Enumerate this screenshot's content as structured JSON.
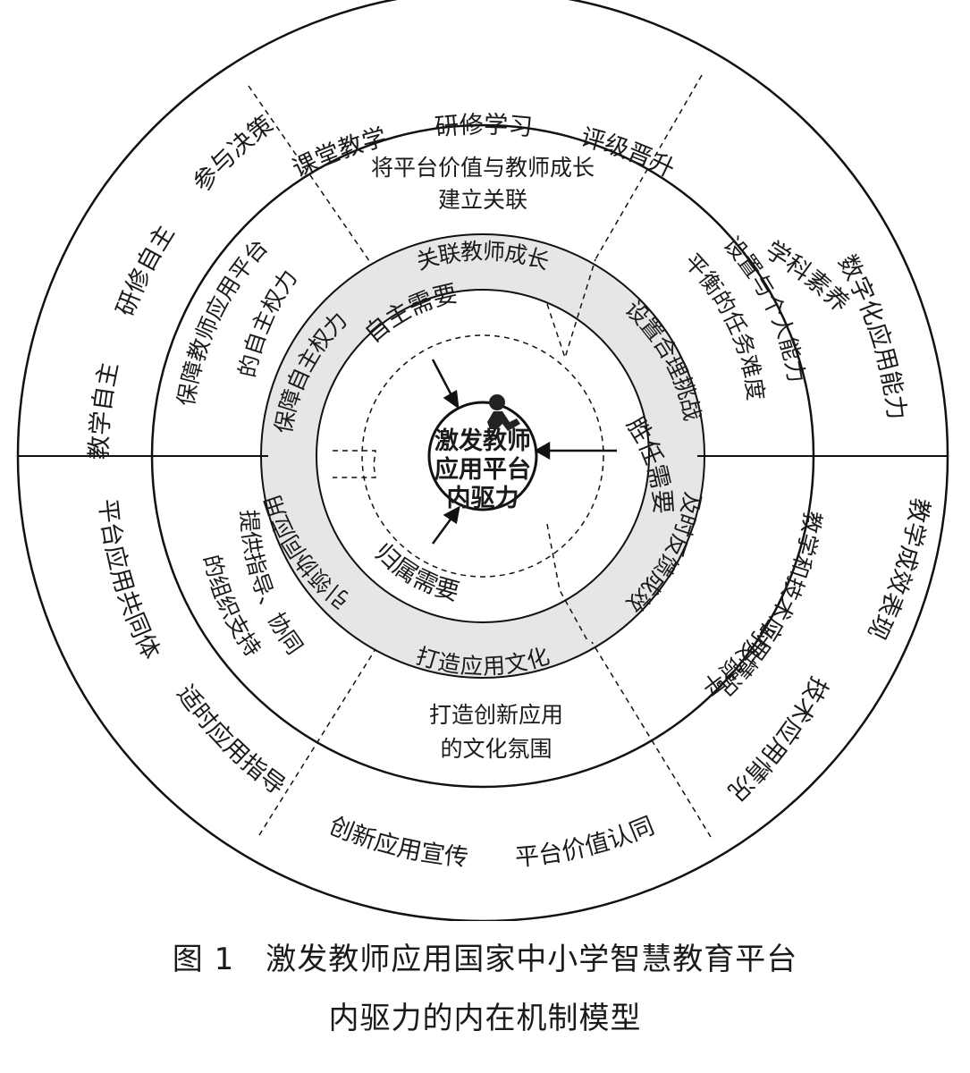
{
  "center": {
    "line1": "激发教师",
    "line2": "应用平台",
    "line3": "内驱力"
  },
  "needs": {
    "autonomy": "自主需要",
    "competence": "胜任需要",
    "belonging": "归属需要"
  },
  "ring": {
    "top": "关联教师成长",
    "right_upper": "设置合理挑战",
    "right_lower": "及时反馈成效",
    "bottom": "打造应用文化",
    "left_lower": "引领协同应用",
    "left_upper": "保障自主权力"
  },
  "middle": {
    "top_line1": "将平台价值与教师成长",
    "top_line2": "建立关联",
    "right_upper_line1": "设置与个人能力",
    "right_upper_line2": "平衡的任务难度",
    "right_lower_line1": "及时反馈平台",
    "right_lower_line2": "教学和技术应用情况",
    "bottom_line1": "打造创新应用",
    "bottom_line2": "的文化氛围",
    "left_lower_line1": "提供指导、协同",
    "left_lower_line2": "的组织支持",
    "left_upper_line1": "保障教师应用平台",
    "left_upper_line2": "的自主权力"
  },
  "outer": {
    "top": [
      "课堂教学",
      "研修学习",
      "评级晋升"
    ],
    "right_upper": [
      "学科素养",
      "数字化应用能力"
    ],
    "right_lower": [
      "教学成效表现",
      "技术应用情况"
    ],
    "bottom": [
      "创新应用宣传",
      "平台价值认同"
    ],
    "left_lower": [
      "平台应用共同体",
      "适时应用指导"
    ],
    "left_upper": [
      "教学自主",
      "研修自主",
      "参与决策"
    ]
  },
  "caption": {
    "line1": "图 1　激发教师应用国家中小学智慧教育平台",
    "line2": "内驱力的内在机制模型"
  }
}
